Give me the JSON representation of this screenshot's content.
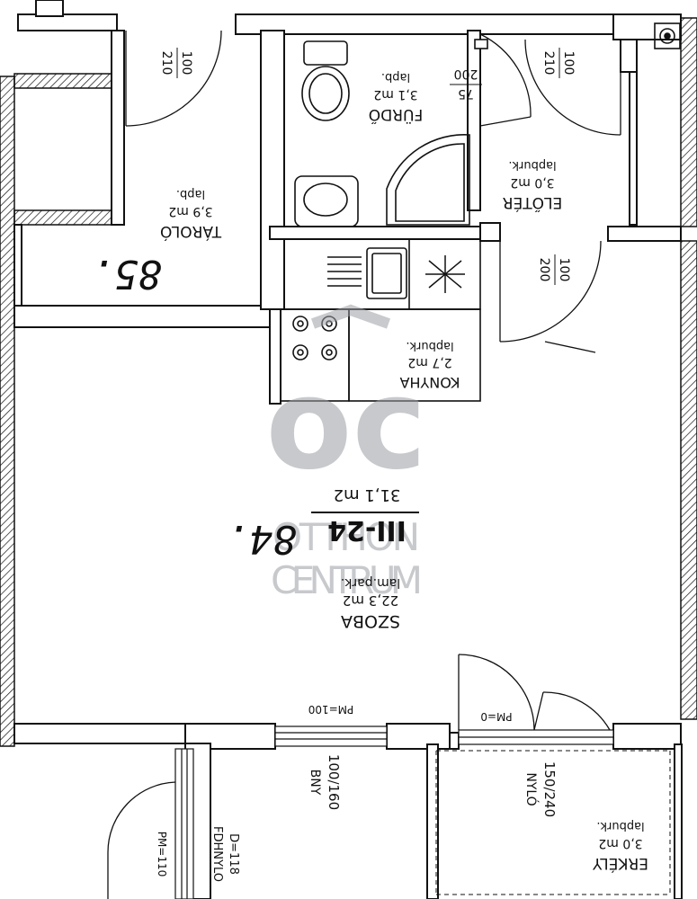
{
  "floor_plan": {
    "rooms": {
      "szoba": {
        "name": "SZOBA",
        "area": "22,3 m2",
        "floor": "lam.park."
      },
      "konyha": {
        "name": "KONYHA",
        "area": "2,7 m2",
        "floor": "lapburk."
      },
      "furdo": {
        "name": "FÜRDŐ",
        "area": "3,1 m2",
        "floor": "lapb."
      },
      "eloter": {
        "name": "ELŐTÉR",
        "area": "3,0 m2",
        "floor": "lapburk."
      },
      "tarolo": {
        "name": "TÁROLÓ",
        "area": "3,9 m2",
        "floor": "lapb."
      },
      "erkely": {
        "name": "ERKÉLY",
        "area": "3,0 m2",
        "floor": "lapburk."
      }
    },
    "unit": {
      "id": "III-24",
      "total_area": "31,1 m2"
    },
    "handwritten": {
      "left": "85.",
      "right": "84."
    },
    "doors": {
      "tarolo_door": {
        "w": "100",
        "h": "210"
      },
      "entry_door": {
        "w": "100",
        "h": "210"
      },
      "bath_door": {
        "w": "75",
        "h": "200"
      },
      "kitchen_door": {
        "w": "100",
        "h": "200"
      }
    },
    "windows": {
      "ablak": {
        "size": "100/160",
        "type": "BNY",
        "pm": "PM=100"
      },
      "balcony_door": {
        "size": "150/240",
        "type": "NYLÓ",
        "pm": "PM=0"
      },
      "neighbor": {
        "a": "D=118",
        "b": "FDHNYLO",
        "pm": "PM=110"
      }
    }
  },
  "watermark": {
    "line1": "OTTHON",
    "line2": "CENTRUM"
  }
}
